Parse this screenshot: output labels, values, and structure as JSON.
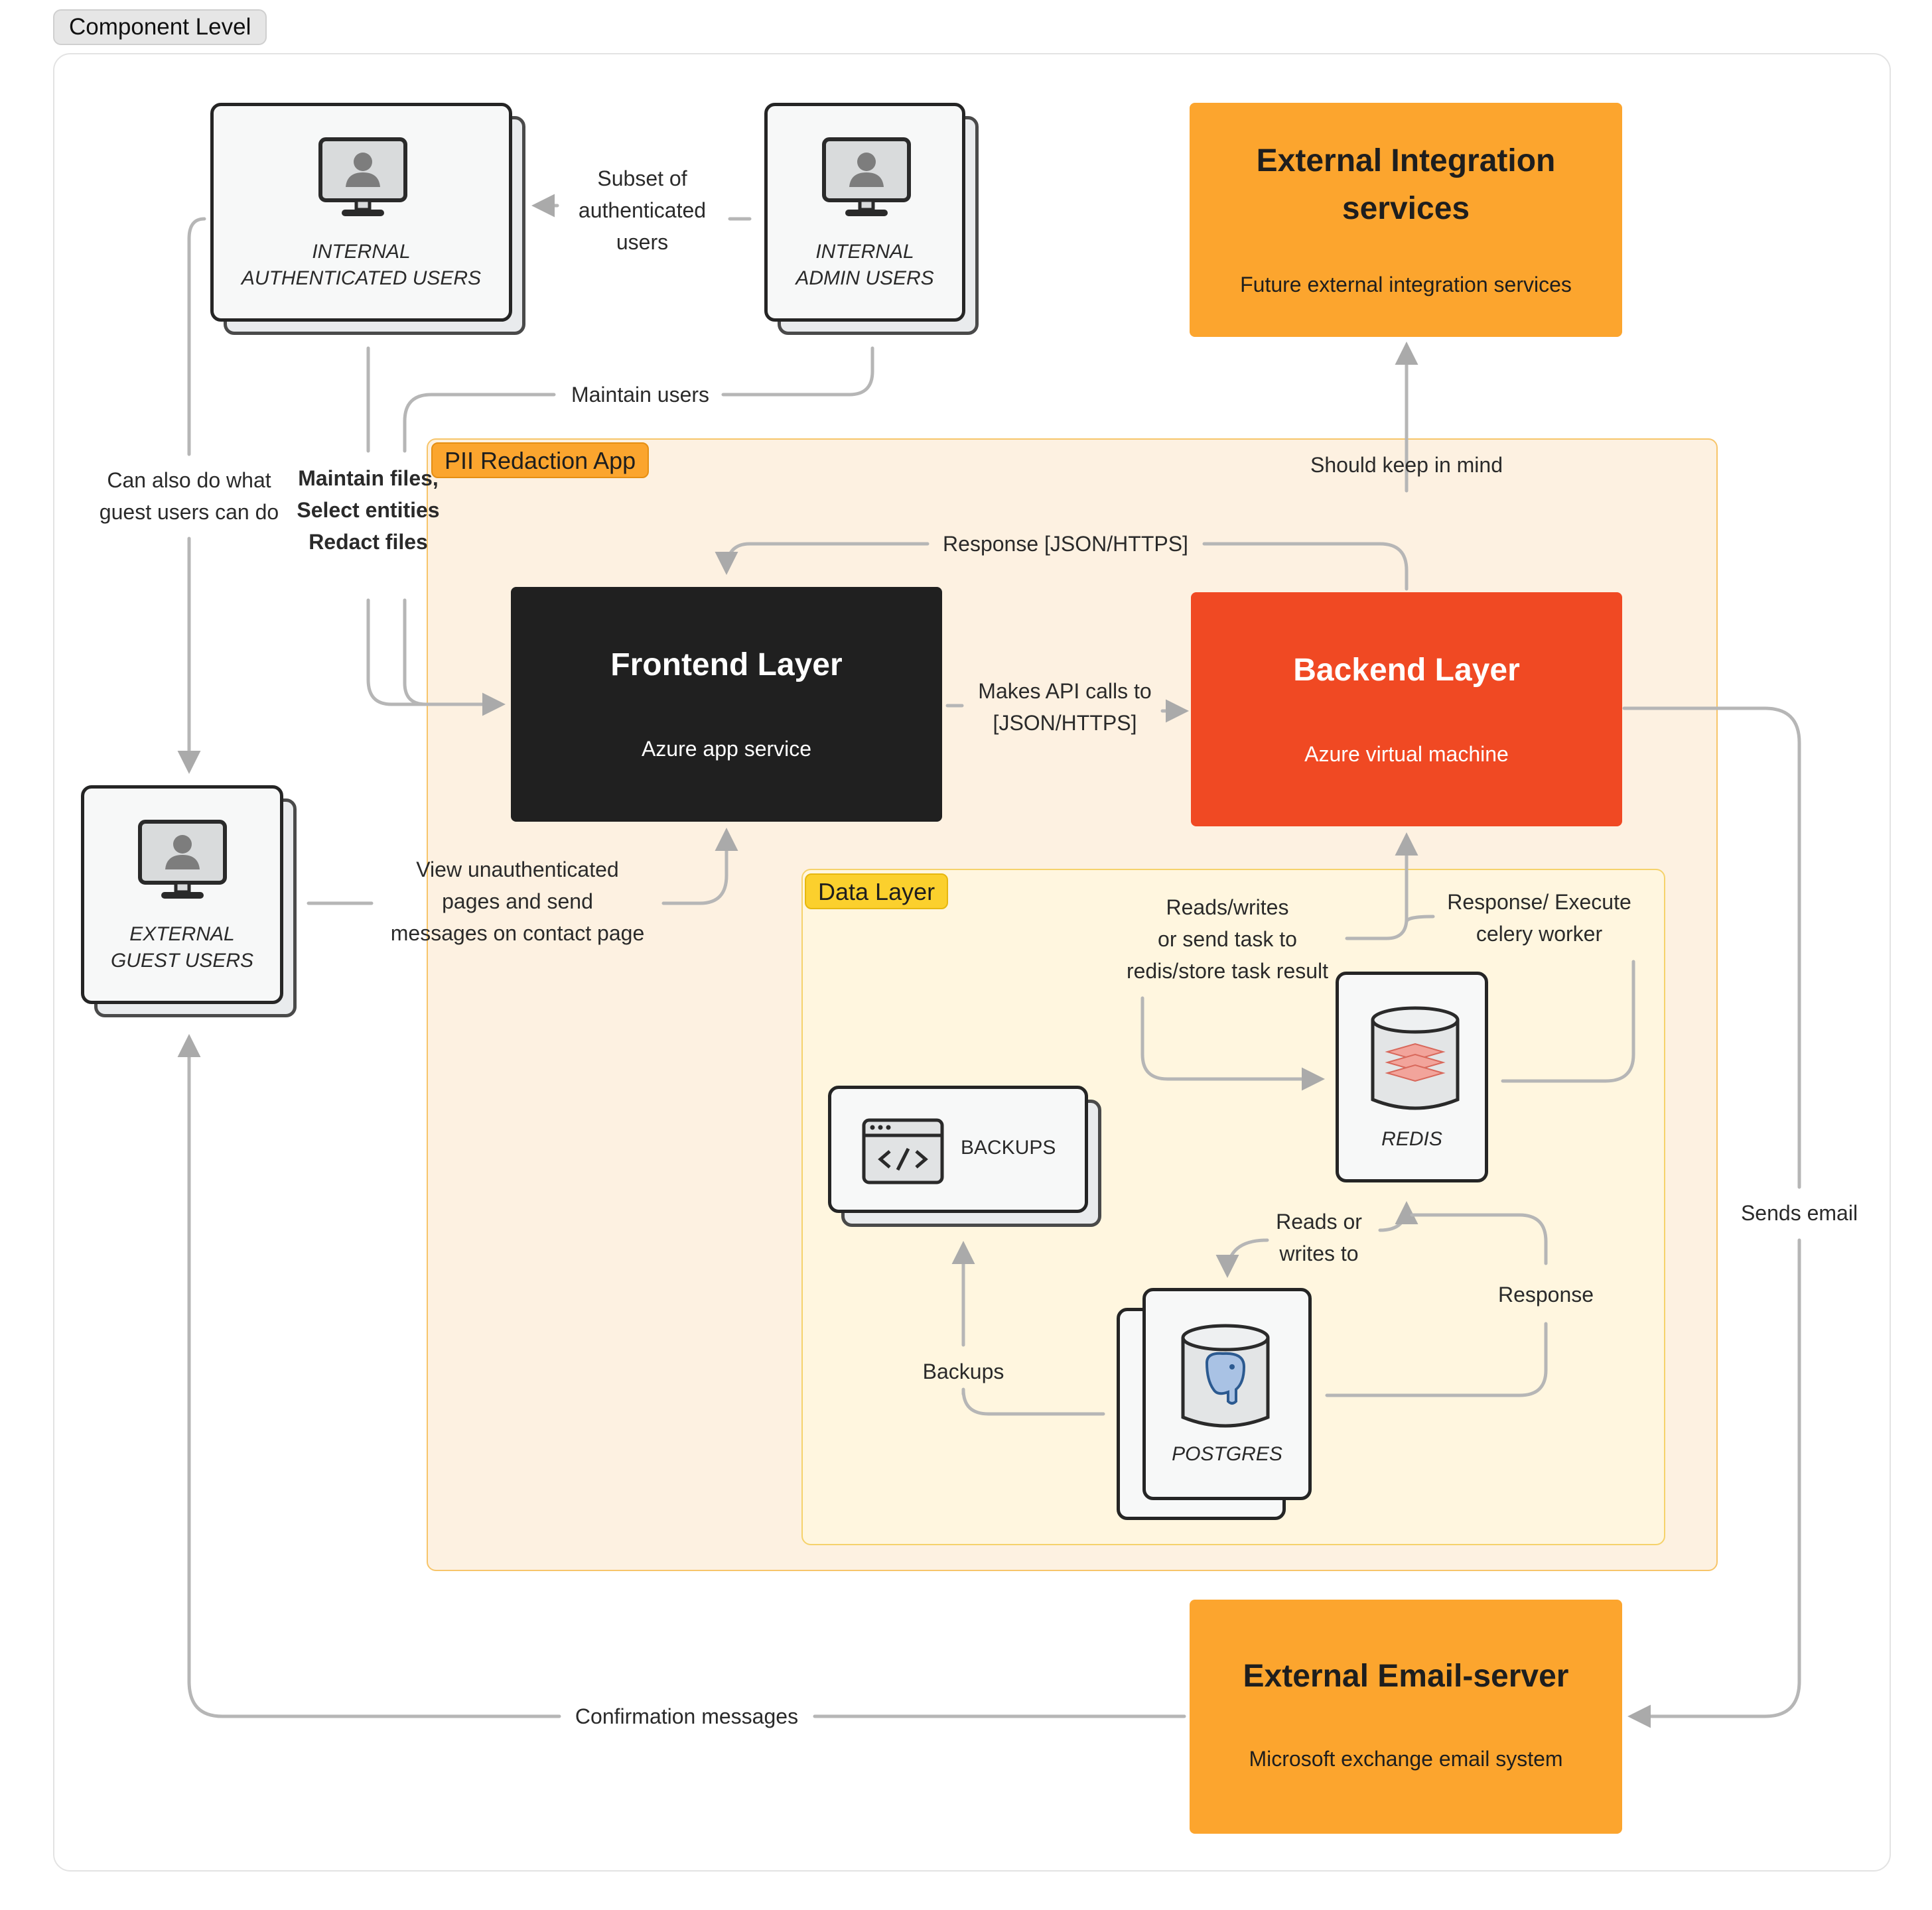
{
  "frame": {
    "title": "Component Level"
  },
  "groups": {
    "pii_app": "PII Redaction App",
    "data_layer": "Data Layer"
  },
  "actors": {
    "internal_auth": [
      "INTERNAL",
      "AUTHENTICATED USERS"
    ],
    "internal_admin": [
      "INTERNAL",
      "ADMIN USERS"
    ],
    "external_guest": [
      "EXTERNAL",
      "GUEST USERS"
    ]
  },
  "components": {
    "frontend": {
      "title": "Frontend Layer",
      "subtitle": "Azure app service",
      "color": "#202020"
    },
    "backend": {
      "title": "Backend Layer",
      "subtitle": "Azure virtual machine",
      "color": "#f04923"
    },
    "ext_integration": {
      "title": [
        "External Integration",
        "services"
      ],
      "subtitle": "Future external integration services",
      "color": "#fca52e"
    },
    "ext_email": {
      "title": "External Email-server",
      "subtitle": "Microsoft exchange email system",
      "color": "#fca52e"
    }
  },
  "data_stores": {
    "backups": "BACKUPS",
    "redis": "REDIS",
    "postgres": "POSTGRES"
  },
  "edges": {
    "subset": [
      "Subset of",
      "authenticated",
      "users"
    ],
    "maintain_users": "Maintain users",
    "can_also": [
      "Can also do what",
      "guest users can do"
    ],
    "maintain_files": [
      "Maintain files,",
      "Select entities",
      "Redact files"
    ],
    "response_json": "Response [JSON/HTTPS]",
    "should_keep": "Should keep in mind",
    "api_calls": [
      "Makes API calls to",
      "[JSON/HTTPS]"
    ],
    "view_unauth": [
      "View unauthenticated",
      "pages and send",
      "messages on contact page"
    ],
    "reads_writes_redis": [
      "Reads/writes",
      "or send task to",
      "redis/store task result"
    ],
    "response_execute": [
      "Response/ Execute",
      "celery worker"
    ],
    "reads_or_writes": [
      "Reads or",
      "writes to"
    ],
    "response": "Response",
    "backups": "Backups",
    "sends_email": "Sends email",
    "confirmation": "Confirmation messages"
  }
}
